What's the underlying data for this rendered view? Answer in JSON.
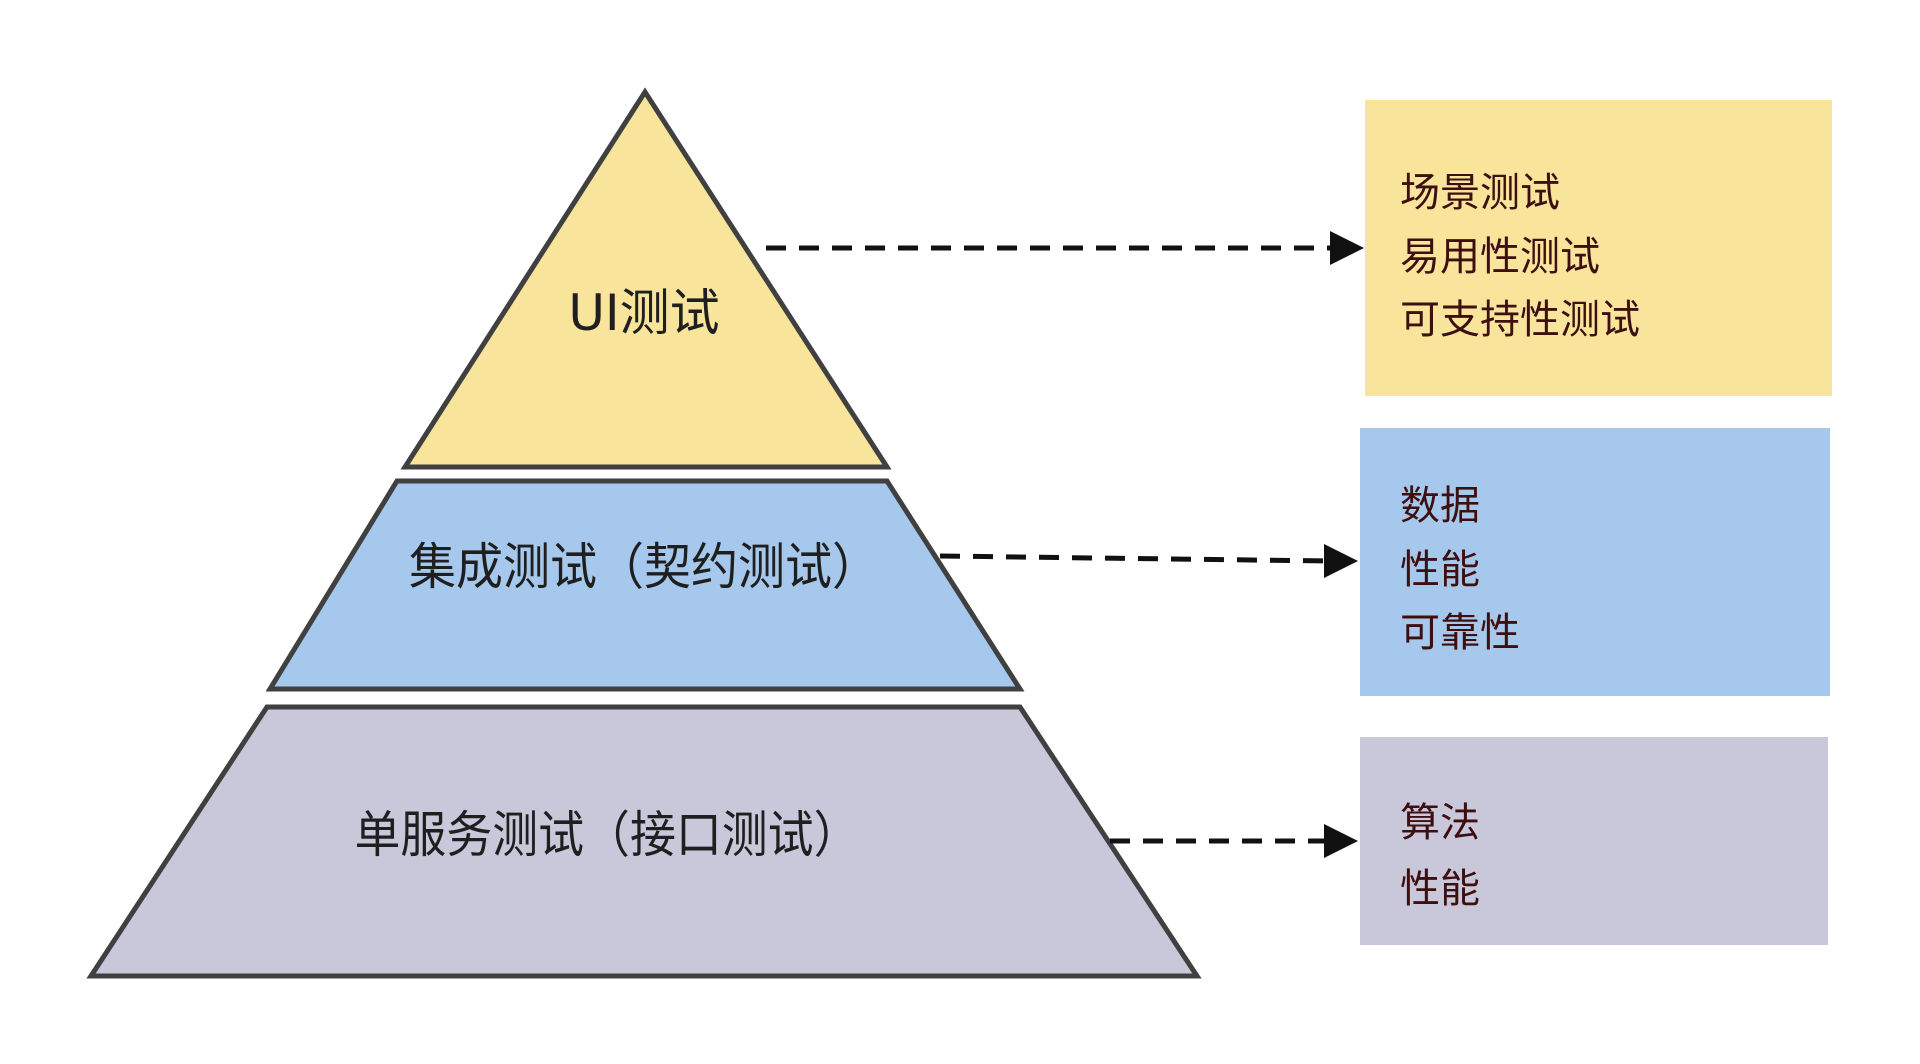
{
  "colors": {
    "top": "#f8e49b",
    "middle": "#a6c8ec",
    "bottom": "#c9c8db",
    "outline": "#404040",
    "text": "#1f1f1f",
    "box_text": "#3d0f10",
    "connector": "#111111"
  },
  "pyramid": {
    "top": {
      "label": "UI测试"
    },
    "middle": {
      "label": "集成测试（契约测试）"
    },
    "bottom": {
      "label": "单服务测试（接口测试）"
    }
  },
  "boxes": {
    "top": {
      "items": [
        "场景测试",
        "易用性测试",
        "可支持性测试"
      ]
    },
    "middle": {
      "items": [
        "数据",
        "性能",
        "可靠性"
      ]
    },
    "bottom": {
      "items": [
        "算法",
        "性能"
      ]
    }
  }
}
